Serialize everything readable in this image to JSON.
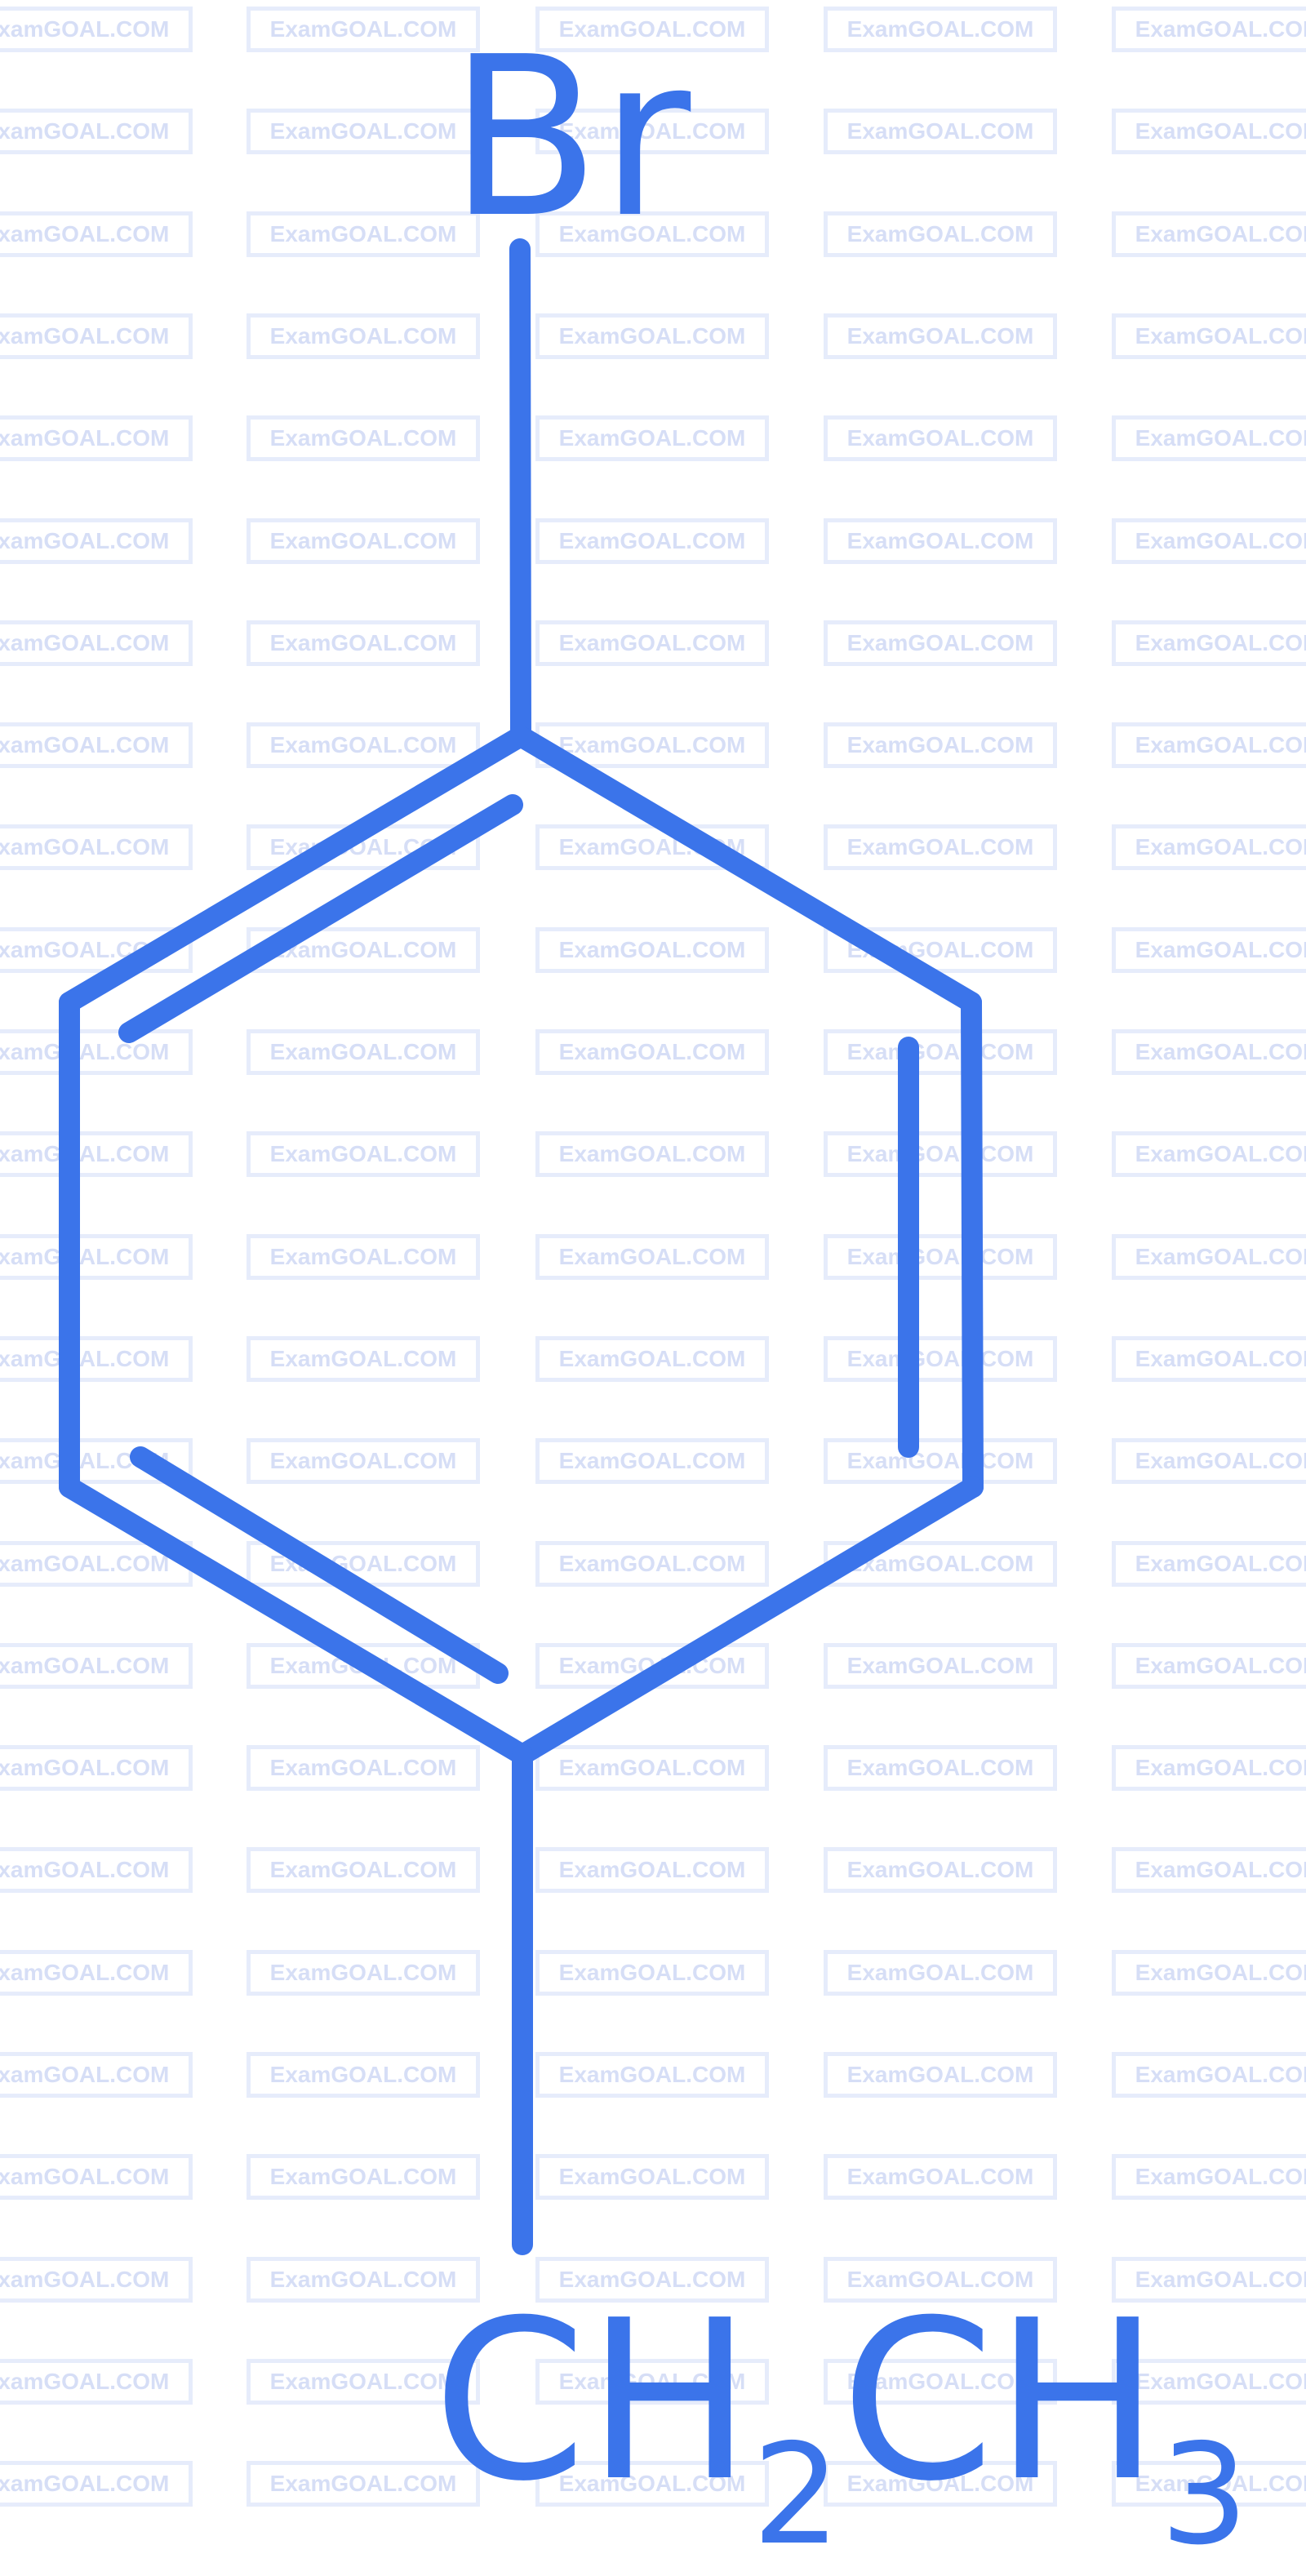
{
  "watermark": {
    "text": "ExamGOAL.COM",
    "color": "#d6def6",
    "border_color": "#e6ecfb"
  },
  "molecule": {
    "bond_color": "#3b74ea",
    "top_substituent": "Br",
    "bottom_substituent": {
      "c1": "C",
      "h1": "H",
      "sub1": "2",
      "c2": "C",
      "h2": "H",
      "sub2": "3"
    }
  }
}
